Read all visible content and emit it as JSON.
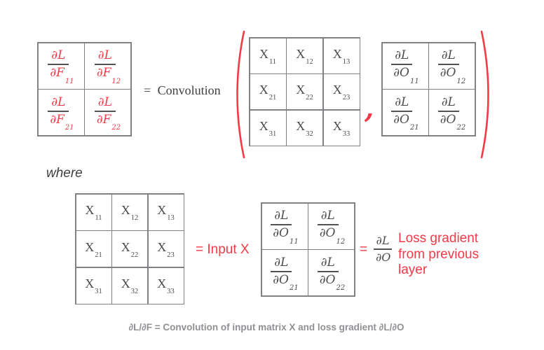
{
  "colors": {
    "red": "#f53a47",
    "dark": "#3c3f42",
    "math": "#4a4d50",
    "border": "#7f8184",
    "bar": "#505356",
    "caption": "#8e9093"
  },
  "top": {
    "gradF": {
      "cells": [
        {
          "num": "∂L",
          "den": "∂F",
          "sub": "11"
        },
        {
          "num": "∂L",
          "den": "∂F",
          "sub": "12"
        },
        {
          "num": "∂L",
          "den": "∂F",
          "sub": "21"
        },
        {
          "num": "∂L",
          "den": "∂F",
          "sub": "22"
        }
      ]
    },
    "equals_convolution": "=  Convolution",
    "parens": {
      "open": "(",
      "close": ")"
    },
    "inputX": {
      "cells": [
        {
          "base": "X",
          "sub": "11"
        },
        {
          "base": "X",
          "sub": "12"
        },
        {
          "base": "X",
          "sub": "13"
        },
        {
          "base": "X",
          "sub": "21"
        },
        {
          "base": "X",
          "sub": "22"
        },
        {
          "base": "X",
          "sub": "23"
        },
        {
          "base": "X",
          "sub": "31"
        },
        {
          "base": "X",
          "sub": "32"
        },
        {
          "base": "X",
          "sub": "33"
        }
      ]
    },
    "comma": ",",
    "gradO": {
      "cells": [
        {
          "num": "∂L",
          "den": "∂O",
          "sub": "11"
        },
        {
          "num": "∂L",
          "den": "∂O",
          "sub": "12"
        },
        {
          "num": "∂L",
          "den": "∂O",
          "sub": "21"
        },
        {
          "num": "∂L",
          "den": "∂O",
          "sub": "22"
        }
      ]
    }
  },
  "where_label": "where",
  "bottom": {
    "inputX": {
      "cells": [
        {
          "base": "X",
          "sub": "11"
        },
        {
          "base": "X",
          "sub": "12"
        },
        {
          "base": "X",
          "sub": "13"
        },
        {
          "base": "X",
          "sub": "21"
        },
        {
          "base": "X",
          "sub": "22"
        },
        {
          "base": "X",
          "sub": "23"
        },
        {
          "base": "X",
          "sub": "31"
        },
        {
          "base": "X",
          "sub": "32"
        },
        {
          "base": "X",
          "sub": "33"
        }
      ]
    },
    "input_x_label": "= Input X",
    "gradO": {
      "cells": [
        {
          "num": "∂L",
          "den": "∂O",
          "sub": "11"
        },
        {
          "num": "∂L",
          "den": "∂O",
          "sub": "12"
        },
        {
          "num": "∂L",
          "den": "∂O",
          "sub": "21"
        },
        {
          "num": "∂L",
          "den": "∂O",
          "sub": "22"
        }
      ]
    },
    "equals": "=",
    "loss_frac": {
      "num": "∂L",
      "den": "∂O"
    },
    "loss_label": "Loss gradient from previous layer"
  },
  "caption": "∂L/∂F = Convolution of input matrix X and loss gradient ∂L/∂O"
}
